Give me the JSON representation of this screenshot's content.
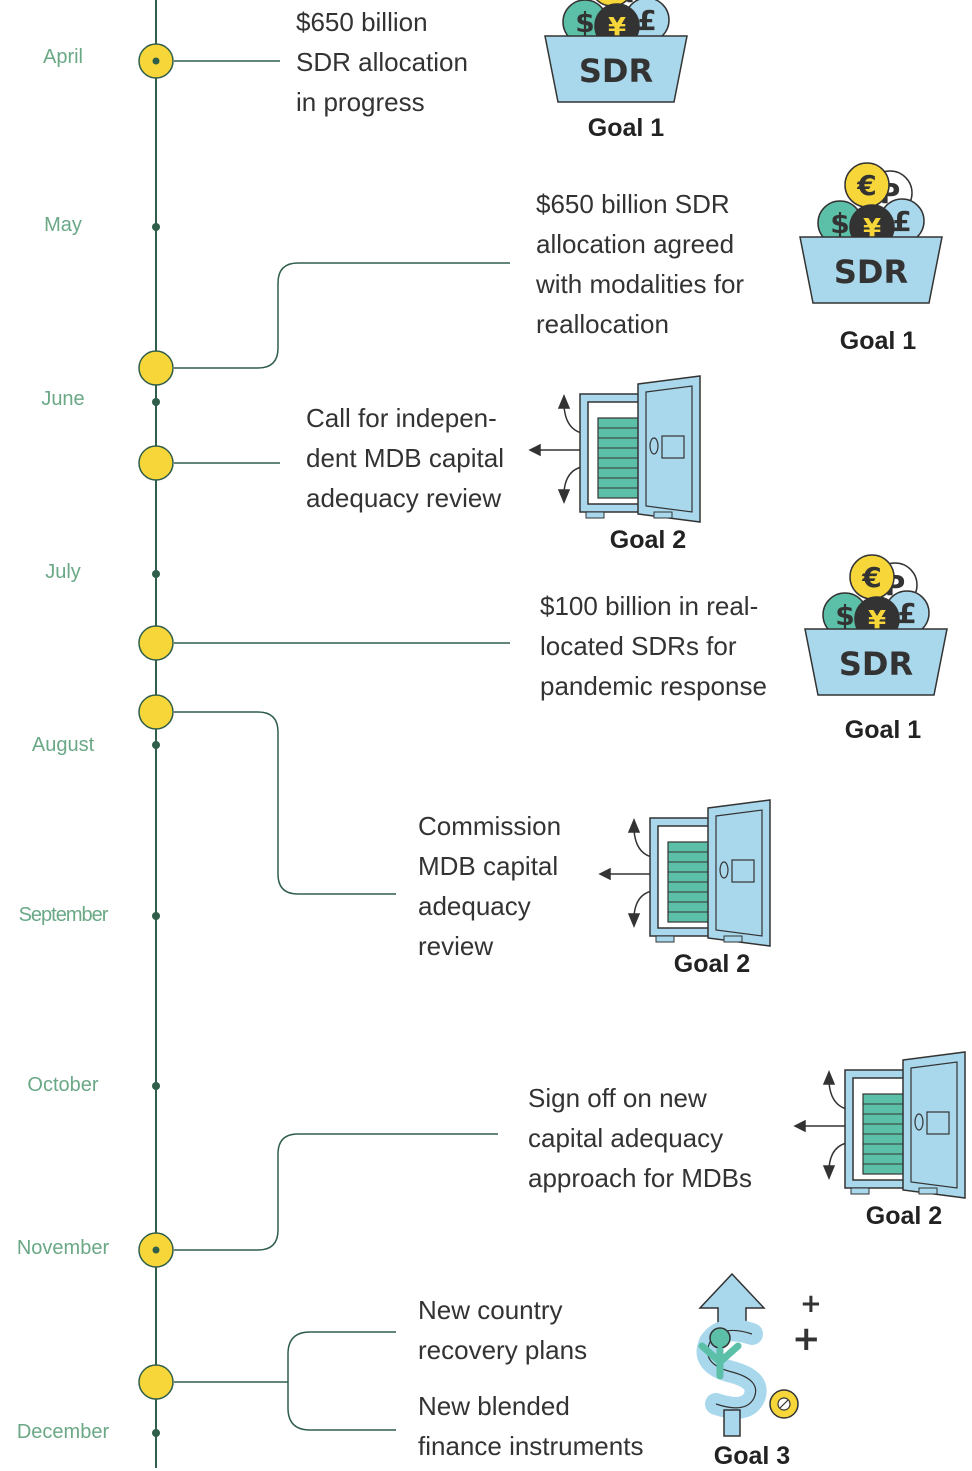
{
  "months": [
    "April",
    "May",
    "June",
    "July",
    "August",
    "September",
    "October",
    "November",
    "December"
  ],
  "events": [
    {
      "text_lines": [
        "$650 billion",
        "SDR allocation",
        "in progress"
      ],
      "goal": "Goal 1",
      "icon": "sdr-basket-icon"
    },
    {
      "text_lines": [
        "$650 billion SDR",
        "allocation agreed",
        "with modalities for",
        "reallocation"
      ],
      "goal": "Goal 1",
      "icon": "sdr-basket-icon"
    },
    {
      "text_lines": [
        "Call for indepen-",
        "dent MDB capital",
        "adequacy review"
      ],
      "goal": "Goal 2",
      "icon": "vault-icon"
    },
    {
      "text_lines": [
        "$100 billion in real-",
        "located SDRs for",
        "pandemic response"
      ],
      "goal": "Goal 1",
      "icon": "sdr-basket-icon"
    },
    {
      "text_lines": [
        "Commission",
        "MDB capital",
        "adequacy",
        "review"
      ],
      "goal": "Goal 2",
      "icon": "vault-icon"
    },
    {
      "text_lines": [
        "Sign off on new",
        "capital adequacy",
        "approach for MDBs"
      ],
      "goal": "Goal 2",
      "icon": "vault-icon"
    },
    {
      "text_lines": [
        "New country",
        "recovery plans"
      ],
      "goal": "",
      "icon": ""
    },
    {
      "text_lines": [
        "New blended",
        "finance instruments"
      ],
      "goal": "Goal 3",
      "icon": "dollar-growth-icon"
    }
  ],
  "sdr_icon": {
    "label": "SDR",
    "coins": [
      "$",
      "¥",
      "£",
      "€",
      "P"
    ]
  },
  "colors": {
    "timeline": "#2f5e4a",
    "milestone_fill": "#f7d63a",
    "month_text": "#6aa886",
    "icon_blue": "#a9d8ec",
    "icon_teal": "#5cc0a8",
    "coin_dark": "#333333"
  }
}
